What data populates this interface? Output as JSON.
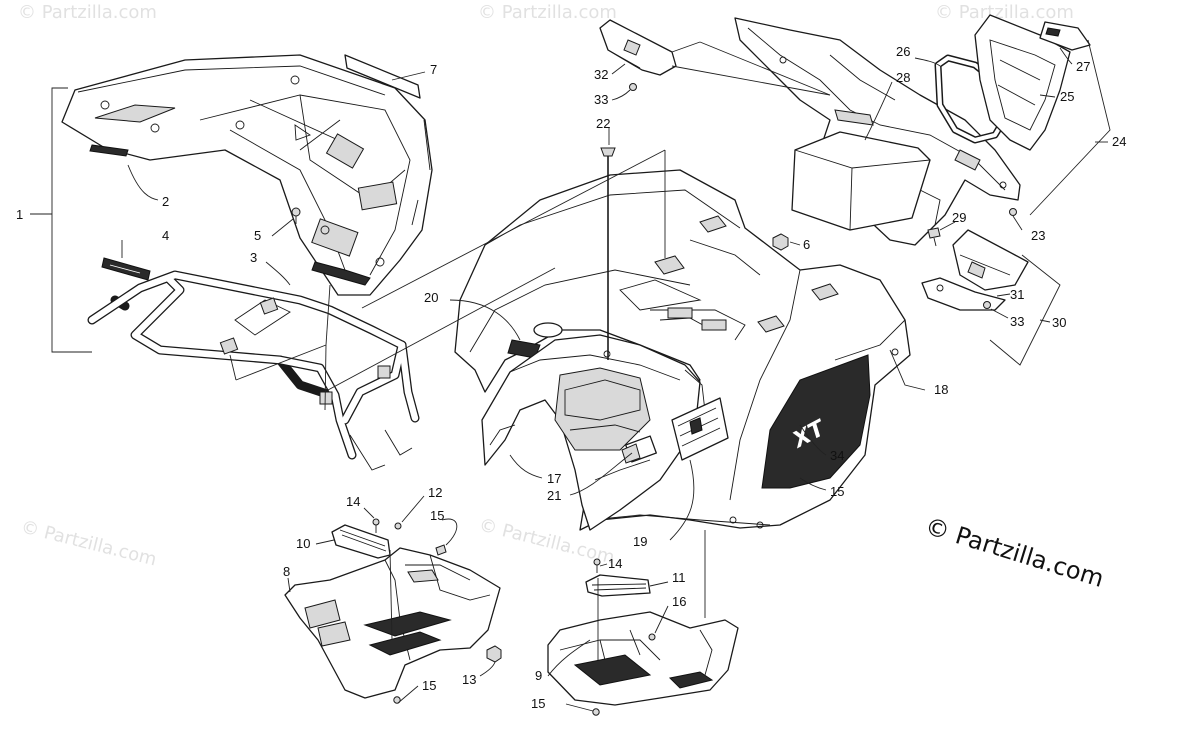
{
  "diagram": {
    "copyright": "© Partzilla.com",
    "watermark": "© Partzilla.com",
    "callouts": [
      "1",
      "2",
      "3",
      "4",
      "5",
      "6",
      "7",
      "8",
      "9",
      "10",
      "11",
      "12",
      "13",
      "14",
      "15",
      "16",
      "17",
      "18",
      "19",
      "20",
      "21",
      "22",
      "23",
      "24",
      "25",
      "26",
      "27",
      "28",
      "29",
      "30",
      "31",
      "32",
      "33",
      "34"
    ],
    "decal_text": "XT"
  }
}
